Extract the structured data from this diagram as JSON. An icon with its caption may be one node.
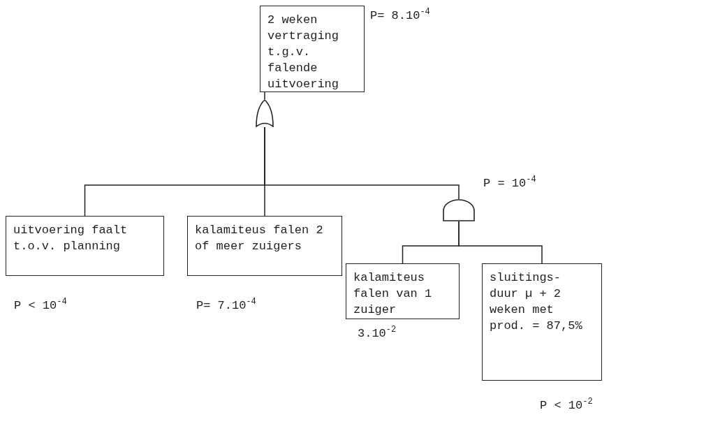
{
  "diagram": {
    "nodes": [
      {
        "text": [
          "2 weken vertraging t.g.v. falende uitvoering"
        ],
        "beside": [
          "P= 8.10$^{-4}$"
        ]
      },
      {
        "text": [],
        "shape": "or-gate"
      },
      {
        "text": [
          "uitvoering faalt t.o.v. planning"
        ],
        "beside": [
          "P < 10$^{-4}$"
        ]
      },
      {
        "text": [
          "kalamiteus falen 2 of meer zuigers"
        ],
        "beside": [
          "P= 7.10$^{-4}$"
        ]
      },
      {
        "text": [],
        "shape": "and-gate",
        "beside": [
          "P = 10$^{-4}$"
        ]
      },
      {
        "text": [
          "kalamiteus falen van 1 zuiger"
        ],
        "beside": [
          "3.10$^{-2}$"
        ]
      },
      {
        "text": [
          "sluitings- duur µ + 2 weken met prod. = 87,5%"
        ],
        "beside": [
          "P < 10$^{-2}$"
        ]
      }
    ],
    "edges": [
      {
        "from": 0,
        "to": 1,
        "arrow": "none"
      },
      {
        "from": 1,
        "to": 2,
        "arrow": "none"
      },
      {
        "from": 1,
        "to": 3,
        "arrow": "none"
      },
      {
        "from": 1,
        "to": 4,
        "arrow": "none"
      },
      {
        "from": 4,
        "to": 5,
        "arrow": "none"
      },
      {
        "from": 4,
        "to": 6,
        "arrow": "none"
      }
    ]
  }
}
